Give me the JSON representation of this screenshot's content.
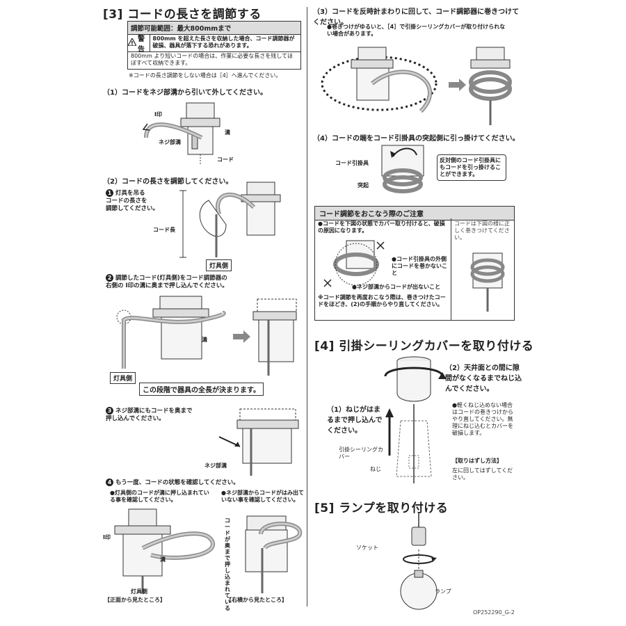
{
  "section3": {
    "title": "[3] コードの長さを調節する",
    "range_label": "調節可能範囲：最大800mmまで",
    "warning_label": "警告",
    "warning_text": "800mm を超えた長さを収納した場合、コード調節器が破損、器具が落下する恐れがあります。",
    "info_text": "800mm より短いコードの場合は、作業に必要な長さを残してほぼすべて収納できます。",
    "skip_note": "※コードの長さ調節をしない場合は［4］へ進んでください。",
    "step1": "（1）コードをネジ部溝から引いて外してください。",
    "step1_labels": {
      "mark": "印",
      "groove": "溝",
      "screw_groove": "ネジ部溝",
      "cord": "コード"
    },
    "step2": "（2）コードの長さを調節してください。",
    "sub1_num": "1",
    "sub1_text": "灯具を吊る\nコードの長さを\n調節してください。",
    "cord_length": "コード長",
    "fixture": "灯具側",
    "sub2_num": "2",
    "sub2_text": "調節したコード(灯具側)をコード調節器の\n右側の I印の溝に奥まで押し込んでください。",
    "sub2_groove": "溝",
    "sub2_fixture": "灯具側",
    "sub2_result": "この段階で器具の全長が決まります。",
    "sub3_num": "3",
    "sub3_text": "ネジ部溝にもコードを奥まで\n押し込んでください。",
    "sub3_label": "ネジ部溝",
    "sub4_num": "4",
    "sub4_text": "もう一度、コードの状態を確認してください。",
    "sub4_left": "●灯具側のコードが溝に押し込まれている事を確認してください。",
    "sub4_right": "●ネジ部溝からコードがはみ出ていない事を確認してください。",
    "sub4_vertical": "コードが奥まで押し込まれている",
    "sub4_mark": "印",
    "sub4_groove": "溝",
    "sub4_fixture": "灯具側",
    "view_front": "【正面から見たところ】",
    "view_side": "【右横から見たところ】"
  },
  "section3b": {
    "step3": "（3）コードを反時計まわりに回して、コード調節器に巻きつけてください。",
    "step3_note": "●巻きつけがゆるいと、［4］で引掛シーリングカバーが取り付けられない場合があります。",
    "step4": "（4）コードの端をコード引掛具の突起側に引っ掛けてください。",
    "hook": "コード引掛具",
    "protrusion": "突起",
    "callout": "反対側のコード引掛具にもコードを引っ掛けることができます。"
  },
  "caution": {
    "title": "コード調節をおこなう際のご注意",
    "text1": "●コードを下図の状態でカバー取り付けると、破損の原因になります。",
    "x1": "●コード引掛具の外側にコードを巻かないこと",
    "x2": "●ネジ部溝からコードが出ないこと",
    "note": "※コード調節を再度おこなう際は、巻きつけたコードをほどき、(2)の手順からやり直してください。",
    "right": "コードは下図の様に正しく巻きつけてください。"
  },
  "section4": {
    "title": "[4] 引掛シーリングカバーを取り付ける",
    "s1": "（1）ねじがはまるまで押し込んでください。",
    "s2": "（2）天井面との間に隙間がなくなるまでねじ込んでください。",
    "cover": "引掛シーリングカバー",
    "screw": "ねじ",
    "note": "●軽くねじ込めない場合はコードの巻きつけからやり直してください。無理にねじ込むとカバーを破損します。",
    "remove_title": "【取りはずし方法】",
    "remove_text": "左に回してはずしてください。"
  },
  "section5": {
    "title": "[5] ランプを取り付ける",
    "socket": "ソケット",
    "lamp": "ランプ"
  },
  "code": "OP252290_G-2"
}
